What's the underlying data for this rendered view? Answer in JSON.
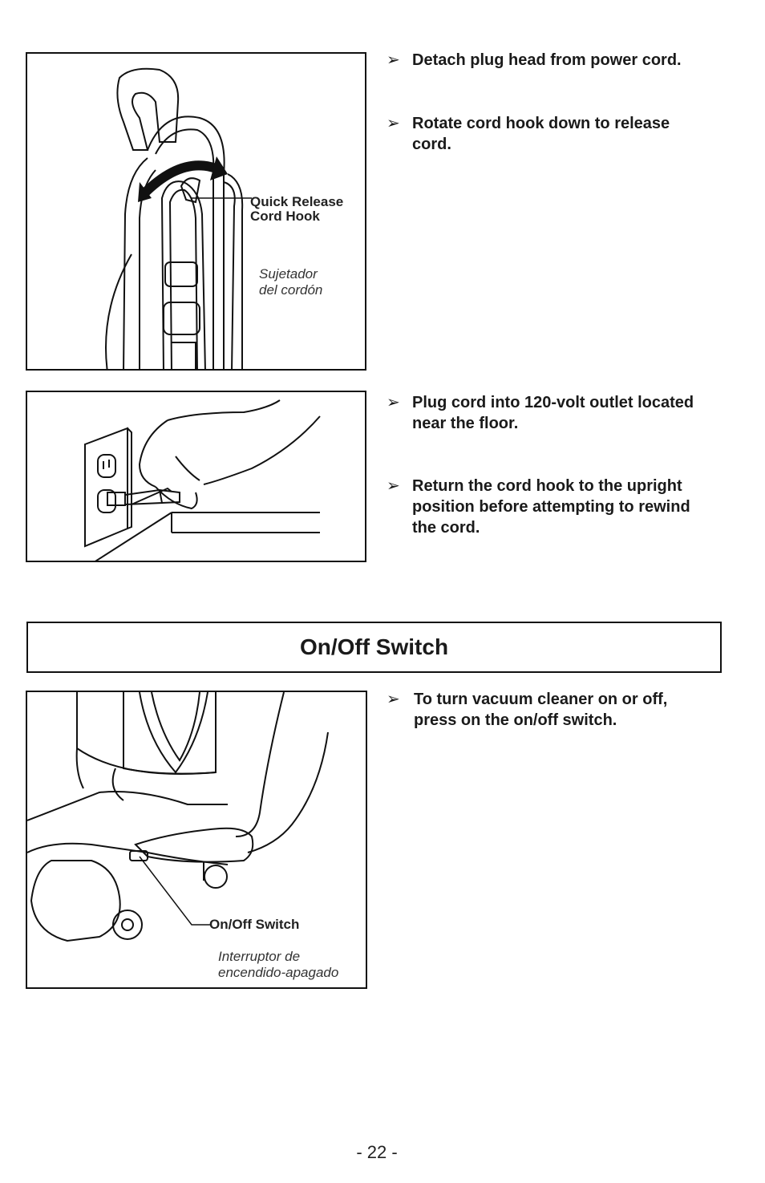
{
  "figures": {
    "cord_hook": {
      "label_en_line1": "Quick Release",
      "label_en_line2": "Cord Hook",
      "label_es_line1": "Sujetador",
      "label_es_line2": "del cordón"
    },
    "outlet": {},
    "switch": {
      "label_en": "On/Off Switch",
      "label_es_line1": "Interruptor de",
      "label_es_line2": "encendido-apagado"
    }
  },
  "instructions": [
    {
      "arrow": "➢",
      "lines": [
        "Detach plug head from power cord."
      ]
    },
    {
      "arrow": "➢",
      "lines": [
        "Rotate cord hook down to release",
        "cord."
      ]
    },
    {
      "arrow": "➢",
      "lines": [
        "Plug cord into 120-volt outlet located",
        "near the floor."
      ]
    },
    {
      "arrow": "➢",
      "lines": [
        "Return the cord hook to the upright",
        "position before attempting to rewind",
        "the cord."
      ]
    },
    {
      "arrow": "➢",
      "lines": [
        "To turn vacuum cleaner on or off,",
        "press on the on/off switch."
      ]
    }
  ],
  "section": {
    "title": "On/Off Switch"
  },
  "page_number": "- 22 -"
}
